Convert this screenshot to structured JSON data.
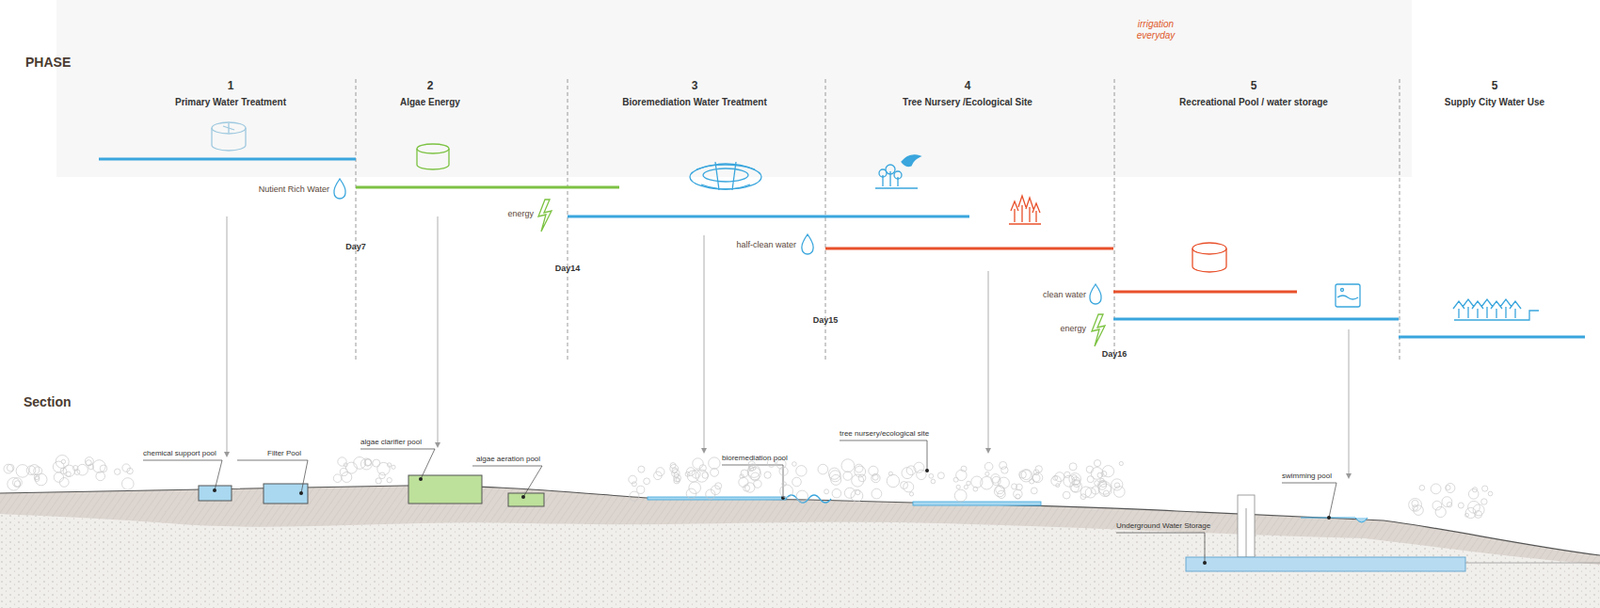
{
  "diagram": {
    "labels": [
      "irrigation everyday",
      "PHASE",
      "1",
      "Primary Water Treatment",
      "2",
      "Algae Energy",
      "3",
      "Bioremediation Water Treatment",
      "4",
      "Tree Nursery /Ecological Site",
      "5",
      "Recreational Pool / water storage",
      "5",
      "Supply City Water Use",
      "Nutient Rich Water",
      "energy",
      "half-clean water",
      "clean water",
      "energy",
      "Day7",
      "Day14",
      "Day15",
      "Day16",
      "Section",
      "chemical support pool",
      "Filter Pool",
      "algae clarifier pool",
      "algae aeration pool",
      "bioremediation pool",
      "tree nursery/ecological site",
      "swimming pool",
      "Underground Water Storage"
    ]
  }
}
